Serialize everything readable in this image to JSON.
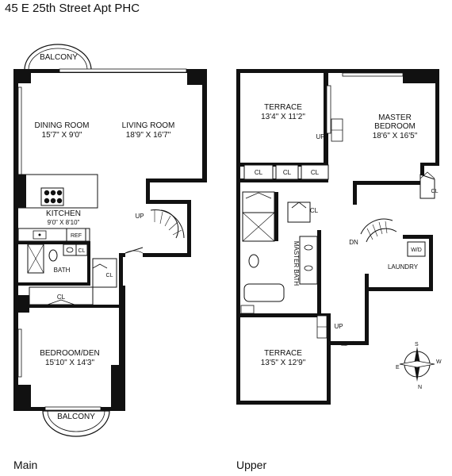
{
  "title": "45 E 25th Street Apt PHC",
  "main": {
    "label": "Main",
    "rooms": {
      "balcony_top": "BALCONY",
      "dining": "DINING ROOM",
      "dining_dim": "15'7\" X 9'0\"",
      "living": "LIVING ROOM",
      "living_dim": "18'9\" X 16'7\"",
      "kitchen": "KITCHEN",
      "kitchen_dim": "9'0\" X 8'10\"",
      "ref": "REF",
      "bath": "BATH",
      "cl": "CL",
      "up": "UP",
      "bedroom": "BEDROOM/DEN",
      "bedroom_dim": "15'10\" X 14'3\"",
      "balcony_bottom": "BALCONY"
    }
  },
  "upper": {
    "label": "Upper",
    "rooms": {
      "terrace_top": "TERRACE",
      "terrace_top_dim": "13'4\" X 11'2\"",
      "master": "MASTER",
      "bedroom": "BEDROOM",
      "master_dim": "18'6\" X 16'5\"",
      "cl": "CL",
      "up": "UP",
      "dn": "DN",
      "master_bath": "MASTER BATH",
      "wd": "W/D",
      "laundry": "LAUNDRY",
      "terrace_bottom": "TERRACE",
      "terrace_bottom_dim": "13'5\" X 12'9\""
    }
  },
  "compass": {
    "n": "N",
    "s": "S",
    "e": "E",
    "w": "W"
  }
}
